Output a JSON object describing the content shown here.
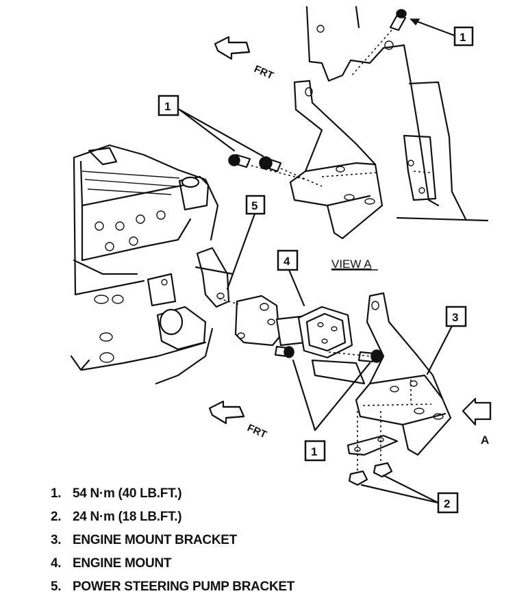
{
  "callouts": {
    "c1_top": "1",
    "c1_left": "1",
    "c5": "5",
    "c4": "4",
    "c3": "3",
    "c1_bottom": "1",
    "c2": "2"
  },
  "labels": {
    "frt_top": "FRT",
    "frt_bottom": "FRT",
    "view_a": "VIEW A",
    "view_arrow_letter": "A"
  },
  "legend": [
    {
      "num": "1.",
      "text": "54 N·m (40 LB.FT.)"
    },
    {
      "num": "2.",
      "text": "24 N·m (18 LB.FT.)"
    },
    {
      "num": "3.",
      "text": "ENGINE MOUNT BRACKET"
    },
    {
      "num": "4.",
      "text": "ENGINE MOUNT"
    },
    {
      "num": "5.",
      "text": "POWER STEERING PUMP BRACKET"
    }
  ]
}
